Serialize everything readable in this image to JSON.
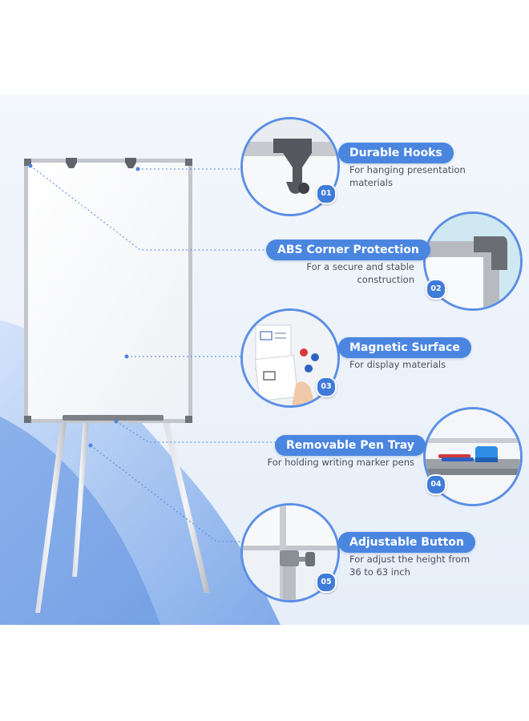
{
  "colors": {
    "accent": "#4a86e0",
    "accent_dark": "#3f7bd9",
    "background_top": "#ffffff",
    "background_band": "#dfe9f7",
    "frame": "#b9bcc2",
    "corner": "#6d7077"
  },
  "features": [
    {
      "title": "Durable Hooks",
      "desc": [
        "For hanging presentation",
        "materials"
      ],
      "number": "01",
      "icon": "hook-closeup-icon"
    },
    {
      "title": "ABS Corner Protection",
      "desc": [
        "For a secure and stable",
        "construction"
      ],
      "number": "02",
      "icon": "corner-closeup-icon"
    },
    {
      "title": "Magnetic Surface",
      "desc": [
        "For display materials"
      ],
      "number": "03",
      "icon": "magnet-board-closeup-icon"
    },
    {
      "title": "Removable Pen Tray",
      "desc": [
        "For holding writing marker pens"
      ],
      "number": "04",
      "icon": "pen-tray-closeup-icon"
    },
    {
      "title": "Adjustable Button",
      "desc": [
        "For adjust the height from",
        "36 to 63 inch"
      ],
      "number": "05",
      "icon": "adjust-knob-closeup-icon"
    }
  ]
}
